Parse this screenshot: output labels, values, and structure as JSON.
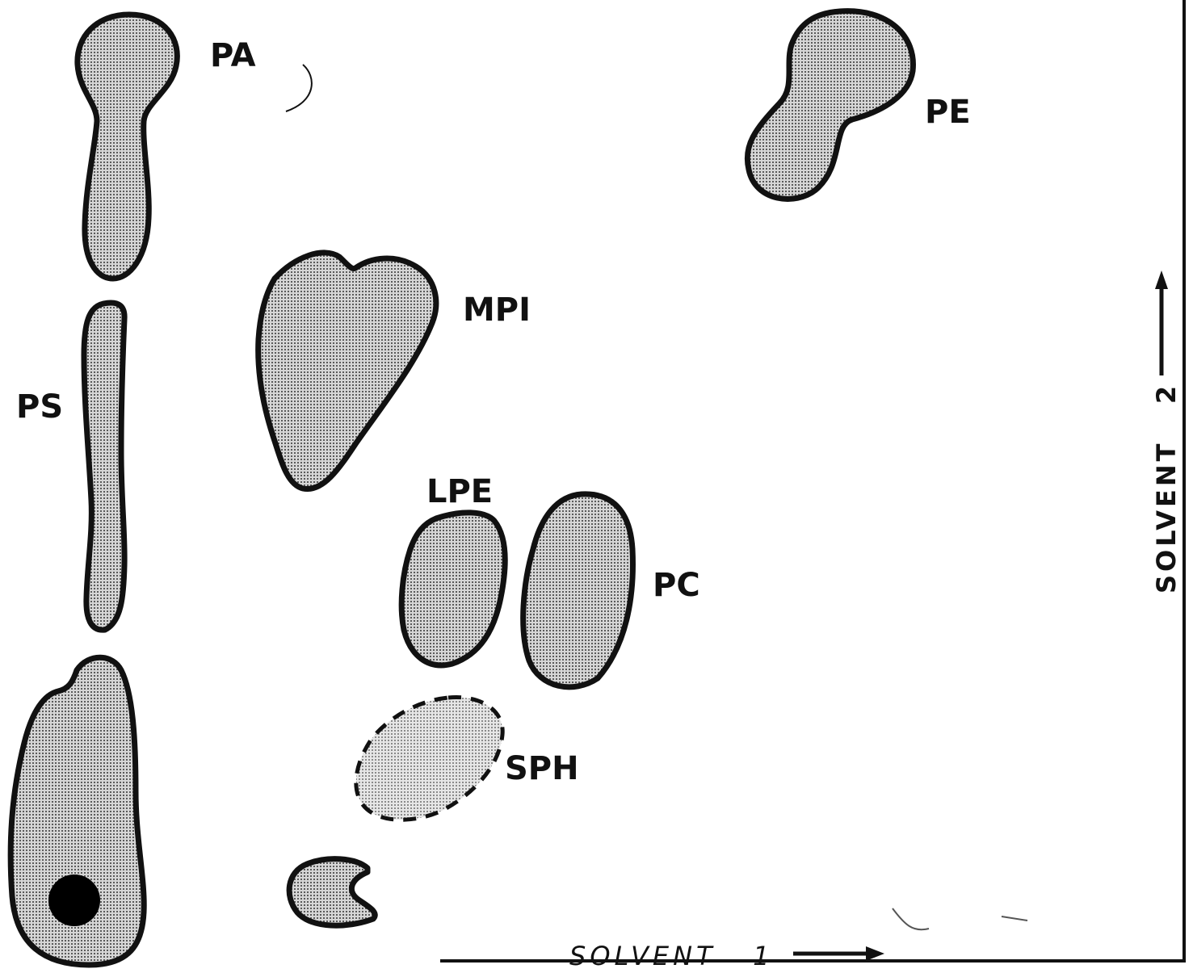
{
  "spots": {
    "pa": "PA",
    "pe": "PE",
    "ps": "PS",
    "mpi": "MPI",
    "lpe": "LPE",
    "pc": "PC",
    "sph": "SPH"
  },
  "axes": {
    "solvent1": "SOLVENT   1",
    "solvent2": "SOLVENT   2"
  },
  "colors": {
    "spot_fill_dark": "#9a9a9a",
    "spot_fill_light": "#c2c2c2",
    "outline": "#111111",
    "origin": "#000000"
  }
}
